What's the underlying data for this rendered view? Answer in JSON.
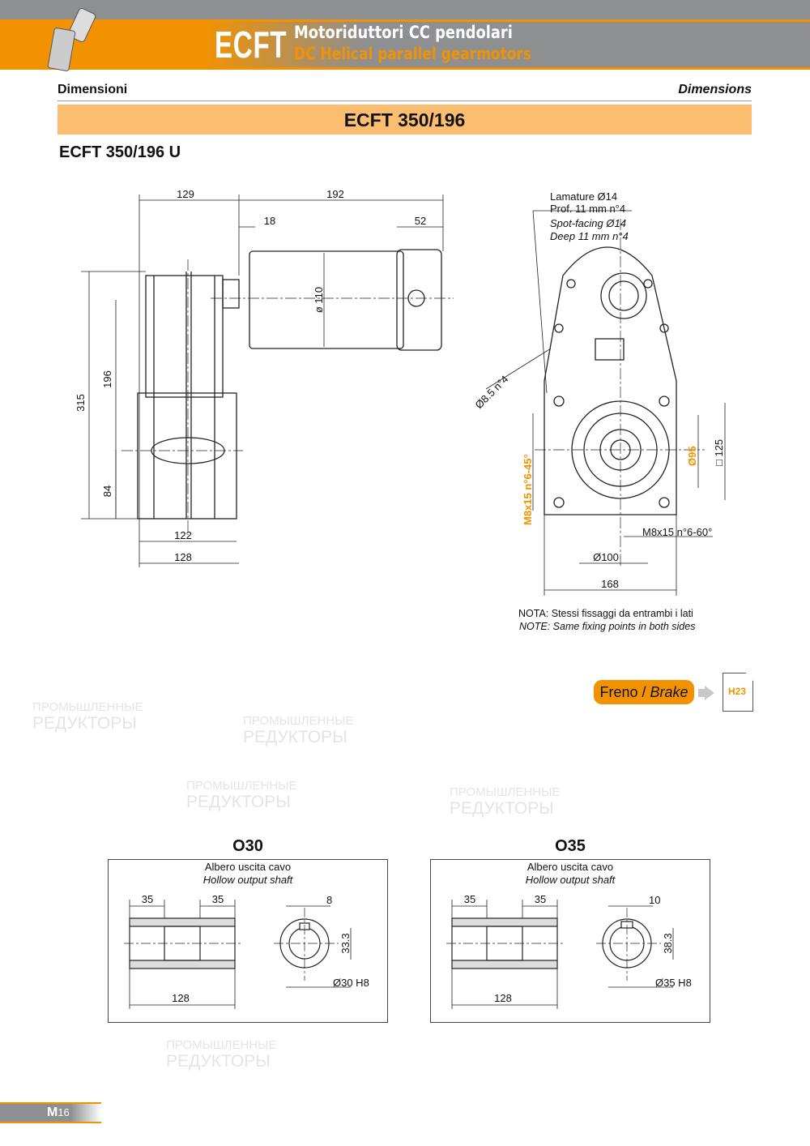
{
  "header": {
    "logo": "ECFT",
    "title_it": "Motoriduttori CC pendolari",
    "title_en": "DC Helical parallel gearmotors",
    "accent_color": "#f39200"
  },
  "section": {
    "left": "Dimensioni",
    "right": "Dimensions"
  },
  "title_bar": "ECFT 350/196",
  "subtitle": "ECFT 350/196 U",
  "side_view": {
    "dims": {
      "d129": "129",
      "d192": "192",
      "d18": "18",
      "d52": "52",
      "d110": "ø 110",
      "d315": "315",
      "d196": "196",
      "d84": "84",
      "d122": "122",
      "d128": "128"
    }
  },
  "front_view": {
    "lamature_1": "Lamature Ø14",
    "lamature_2": "Prof. 11 mm n°4",
    "spot_1": "Spot-facing Ø14",
    "spot_2": "Deep 11 mm n°4",
    "hole": "Ø8.5 n°4",
    "thread_45": "M8x15 n°6-45°",
    "thread_60": "M8x15 n°6-60°",
    "d95": "Ø95",
    "d125": "□ 125",
    "d100": "Ø100",
    "d168": "168"
  },
  "note": {
    "it": "NOTA:  Stessi fissaggi da entrambi i lati",
    "en": "NOTE: Same fixing points in both sides"
  },
  "brake": {
    "it": "Freno / ",
    "en": "Brake",
    "ref": "H23"
  },
  "shafts": [
    {
      "title": "O30",
      "label_it": "Albero uscita cavo",
      "label_en": "Hollow output shaft",
      "l1": "35",
      "l2": "35",
      "len": "128",
      "key": "8",
      "t": "33.3",
      "dia": "Ø30 H8"
    },
    {
      "title": "O35",
      "label_it": "Albero uscita cavo",
      "label_en": "Hollow output shaft",
      "l1": "35",
      "l2": "35",
      "len": "128",
      "key": "10",
      "t": "38.3",
      "dia": "Ø35 H8"
    }
  ],
  "footer": {
    "section": "M",
    "page": "16"
  },
  "watermark": {
    "line1": "ПРОМЫШЛЕННЫЕ",
    "line2": "РЕДУКТОРЫ"
  }
}
